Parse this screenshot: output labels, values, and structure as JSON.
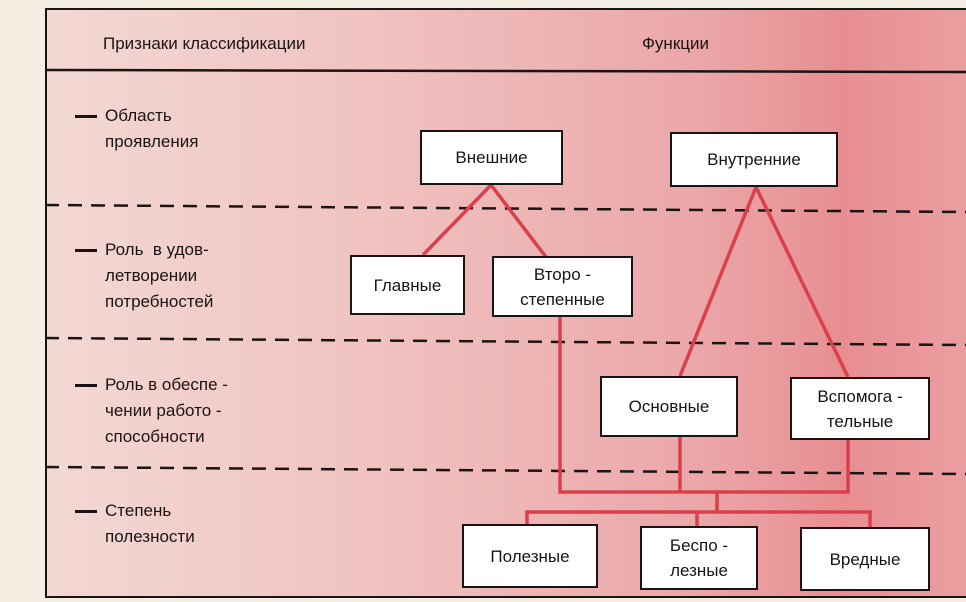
{
  "header": {
    "left": "Признаки классификации",
    "right": "Функции"
  },
  "criteria": [
    {
      "text": "Область\nпроявления"
    },
    {
      "text": "Роль  в удов-\nлетворении\nпотребностей"
    },
    {
      "text": "Роль в обеспе -\nчении работо -\nспособности"
    },
    {
      "text": "Степень\nполезности"
    }
  ],
  "boxes": {
    "external": "Внешние",
    "internal": "Внутренние",
    "main": "Главные",
    "secondary": "Второ -\nстепенные",
    "basic": "Основные",
    "auxiliary": "Вспомога -\nтельные",
    "useful": "Полезные",
    "useless": "Беспо -\nлезные",
    "harmful": "Вредные"
  },
  "colors": {
    "line": "#d8404c",
    "frame": "#1a1414"
  }
}
